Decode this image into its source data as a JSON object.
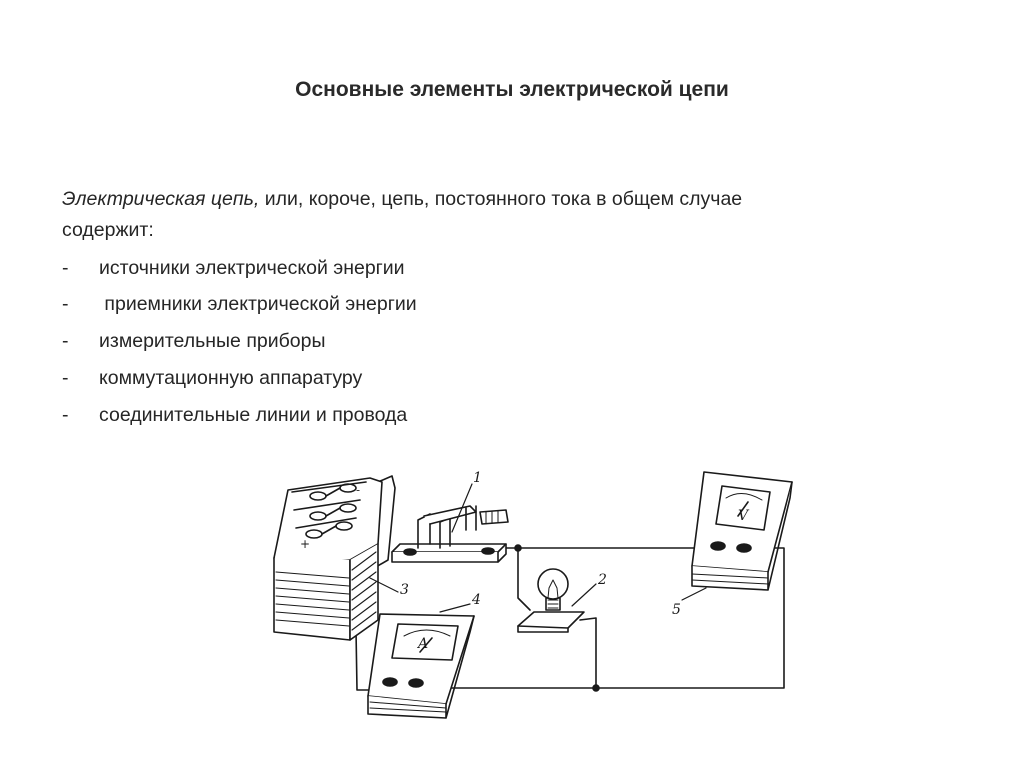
{
  "slide": {
    "title": "Основные элементы электрической цепи",
    "intro": {
      "italic_part": "Электрическая цепь,",
      "rest_line1": " или, короче, цепь, постоянного тока в общем случае",
      "rest_line2": "содержит:"
    },
    "list": [
      {
        "dash": "-",
        "text": "источники электрической энергии"
      },
      {
        "dash": "-",
        "text": " приемники электрической энергии"
      },
      {
        "dash": "-",
        "text": "измерительные приборы"
      },
      {
        "dash": "-",
        "text": "коммутационную аппаратуру"
      },
      {
        "dash": "-",
        "text": "соединительные линии и провода"
      }
    ]
  },
  "diagram": {
    "labels": {
      "switch": "1",
      "lamp": "2",
      "battery": "3",
      "ammeter": "4",
      "voltmeter": "5"
    },
    "meter_symbols": {
      "ammeter": "A",
      "voltmeter": "V"
    },
    "battery_marks": [
      "-",
      "+"
    ],
    "line_color": "#1a1a1a"
  }
}
